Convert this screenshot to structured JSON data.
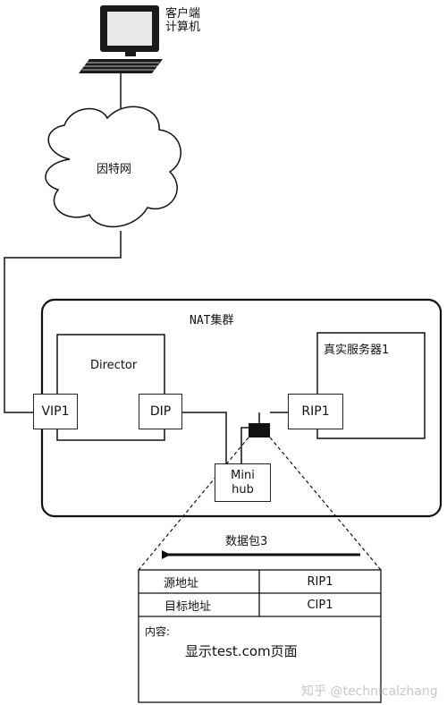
{
  "client": {
    "line1": "客户端",
    "line2": "计算机"
  },
  "internet": {
    "label": "因特网"
  },
  "cluster": {
    "title": "NAT集群"
  },
  "director": {
    "label": "Director",
    "vip": "VIP1",
    "dip": "DIP"
  },
  "real_server": {
    "label": "真实服务器1",
    "rip": "RIP1"
  },
  "hub": {
    "line1": "Mini",
    "line2": "hub"
  },
  "packet": {
    "arrow_label": "数据包3",
    "rows": [
      {
        "field": "源地址",
        "value": "RIP1"
      },
      {
        "field": "目标地址",
        "value": "CIP1"
      }
    ],
    "content_label": "内容:",
    "content_value": "显示test.com页面"
  },
  "watermark": "知乎 @technicalzhang"
}
